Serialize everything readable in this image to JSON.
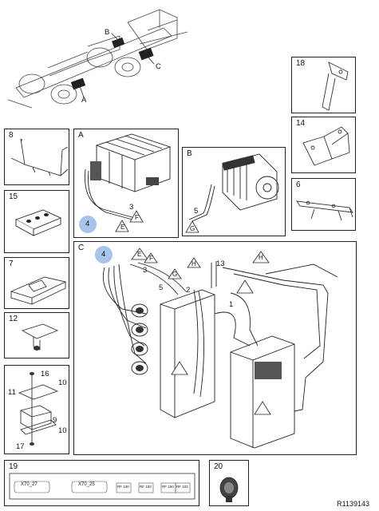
{
  "overview": {
    "labels": [
      "A",
      "B",
      "C"
    ]
  },
  "panels": {
    "p18": "18",
    "p8": "8",
    "pA": "A",
    "pB": "B",
    "p14": "14",
    "p6": "6",
    "p15": "15",
    "p7": "7",
    "pC": "C",
    "p12": "12",
    "p16": "16",
    "p19": "19",
    "p20": "20"
  },
  "callouts": {
    "a_4": "4",
    "a_3": "3",
    "a_F": "F",
    "a_E": "E",
    "b_5": "5",
    "b_G": "G",
    "c_4": "4",
    "c_E": "E",
    "c_F": "F",
    "c_3": "3",
    "c_5": "5",
    "c_2": "2",
    "c_1": "1",
    "c_G": "G",
    "c_H1": "H",
    "c_13": "13",
    "c_H2": "H",
    "s_16": "16",
    "s_11": "11",
    "s_10a": "10",
    "s_9": "9",
    "s_10b": "10",
    "s_17": "17"
  },
  "labels19": [
    "X70_27",
    "X70_25",
    "RF 130",
    "RF 100",
    "RF 150",
    "RF 102"
  ],
  "reference": "R1139143",
  "colors": {
    "highlight": "#a8c4ea",
    "line": "#222222"
  }
}
